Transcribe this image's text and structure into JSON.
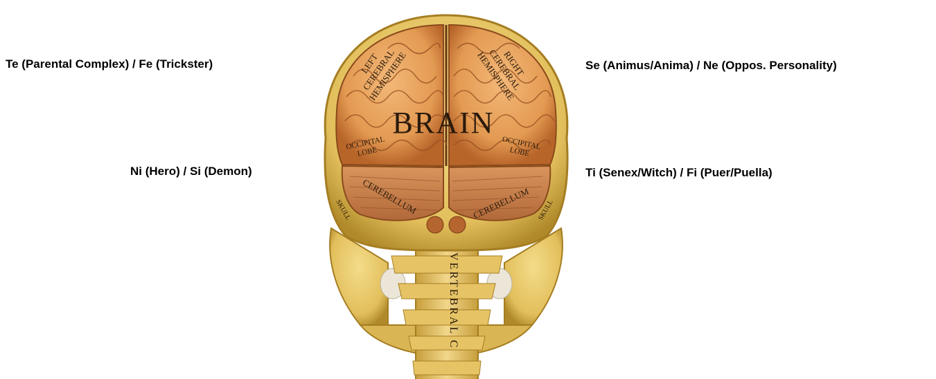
{
  "labels": {
    "top_left": "Te (Parental Complex) /  Fe (Trickster)",
    "top_right": "Se (Animus/Anima) / Ne (Oppos. Personality)",
    "bottom_left": "Ni (Hero) / Si (Demon)",
    "bottom_right": "Ti (Senex/Witch) / Fi (Puer/Puella)"
  },
  "figure": {
    "brain": "BRAIN",
    "left_hemisphere": [
      "LEFT",
      "CEREBRAL",
      "HEMISPHERE"
    ],
    "right_hemisphere": [
      "RIGHT",
      "CEREBRAL",
      "HEMISPHERE"
    ],
    "occipital_left": [
      "OCCIPITAL",
      "LOBE"
    ],
    "occipital_right": [
      "OCCIPITAL",
      "LOBE"
    ],
    "cerebellum_left": "CEREBELLUM",
    "cerebellum_right": "CEREBELLUM",
    "skull_left": "SKULL",
    "skull_right": "SKULL",
    "vertebral": "VERTEBRAL C"
  },
  "colors": {
    "bone": "#e9c96a",
    "bone_shadow": "#b8902c",
    "brain": "#e7a35c",
    "brain_dark": "#b86a2c",
    "cerebellum": "#cf8a52"
  }
}
